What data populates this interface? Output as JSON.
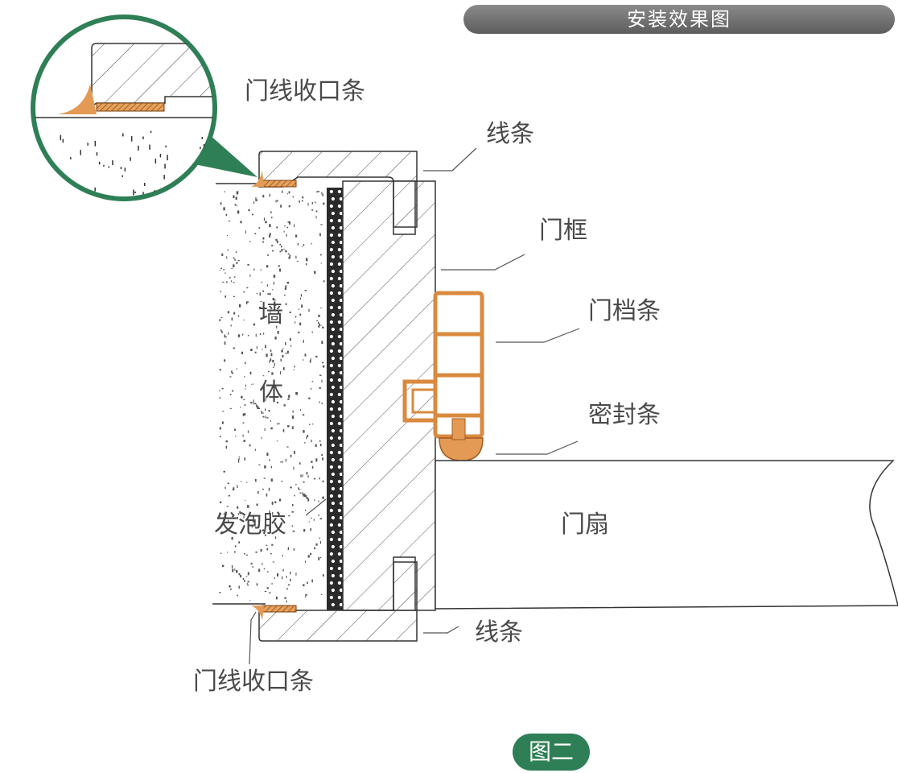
{
  "header": {
    "title": "安装效果图"
  },
  "figure_label": "图二",
  "labels": {
    "trim_seal_top": "门线收口条",
    "molding_top": "线条",
    "door_frame": "门框",
    "door_stop": "门档条",
    "seal_strip": "密封条",
    "wall": "墙\n体",
    "wall_char_1": "墙",
    "wall_char_2": "体",
    "foam": "发泡胶",
    "door_leaf": "门扇",
    "molding_bottom": "线条",
    "trim_seal_bottom": "门线收口条"
  },
  "colors": {
    "accent_green": "#2f7f56",
    "orange_part": "#e39a55",
    "line": "#333333",
    "title_gray": "#6e6e6e"
  }
}
